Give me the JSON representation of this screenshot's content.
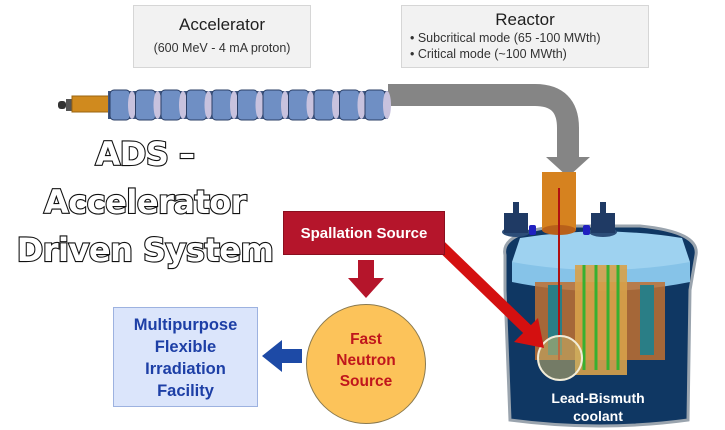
{
  "title": {
    "lines": [
      "ADS –",
      "Accelerator",
      "Driven System"
    ]
  },
  "accelerator": {
    "title": "Accelerator",
    "subtitle": "(600 MeV - 4 mA proton)"
  },
  "reactor": {
    "title": "Reactor",
    "items": [
      "• Subcritical mode (65 -100 MWth)",
      "• Critical mode (~100 MWth)"
    ]
  },
  "spallation_source": {
    "label": "Spallation Source"
  },
  "fast_neutron_source": {
    "lines": [
      "Fast",
      "Neutron",
      "Source"
    ]
  },
  "irradiation_facility": {
    "lines": [
      "Multipurpose",
      "Flexible",
      "Irradiation",
      "Facility"
    ]
  },
  "reactor_vessel": {
    "coolant_lines": [
      "Lead-Bismuth",
      "coolant"
    ]
  },
  "colors": {
    "spallation_red": "#b5152b",
    "beam_gray": "#858585",
    "facility_blue": "#1d3fa6",
    "facility_bg": "#dbe5fb",
    "neutron_orange": "#fcc35a",
    "vessel_navy": "#0f3763"
  }
}
